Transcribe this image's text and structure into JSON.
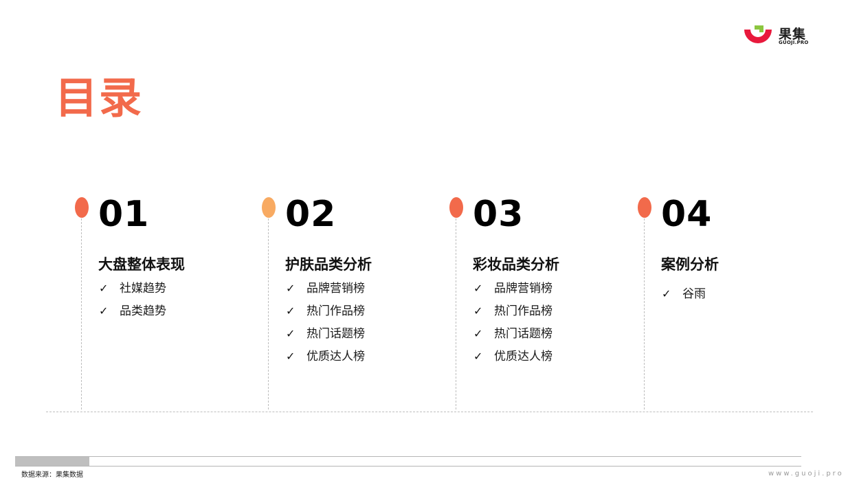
{
  "logo": {
    "cn": "果集",
    "en": "GUOJI.PRO",
    "colors": {
      "ring": "#e8193c",
      "leaf": "#8cc63f"
    }
  },
  "title": "目录",
  "accent_color": "#f26a4b",
  "sections": [
    {
      "number": "01",
      "title": "大盘整体表现",
      "pin_color": "#f26a4b",
      "items": [
        "社媒趋势",
        "品类趋势"
      ]
    },
    {
      "number": "02",
      "title": "护肤品类分析",
      "pin_color": "#f8aa62",
      "items": [
        "品牌营销榜",
        "热门作品榜",
        "热门话题榜",
        "优质达人榜"
      ]
    },
    {
      "number": "03",
      "title": "彩妆品类分析",
      "pin_color": "#f26a4b",
      "items": [
        "品牌营销榜",
        "热门作品榜",
        "热门话题榜",
        "优质达人榜"
      ]
    },
    {
      "number": "04",
      "title": "案例分析",
      "pin_color": "#f26a4b",
      "items": [
        "谷雨"
      ]
    }
  ],
  "check_glyph": "✓",
  "footer": {
    "source": "数据来源：果集数据",
    "website": "www.guoji.pro"
  }
}
